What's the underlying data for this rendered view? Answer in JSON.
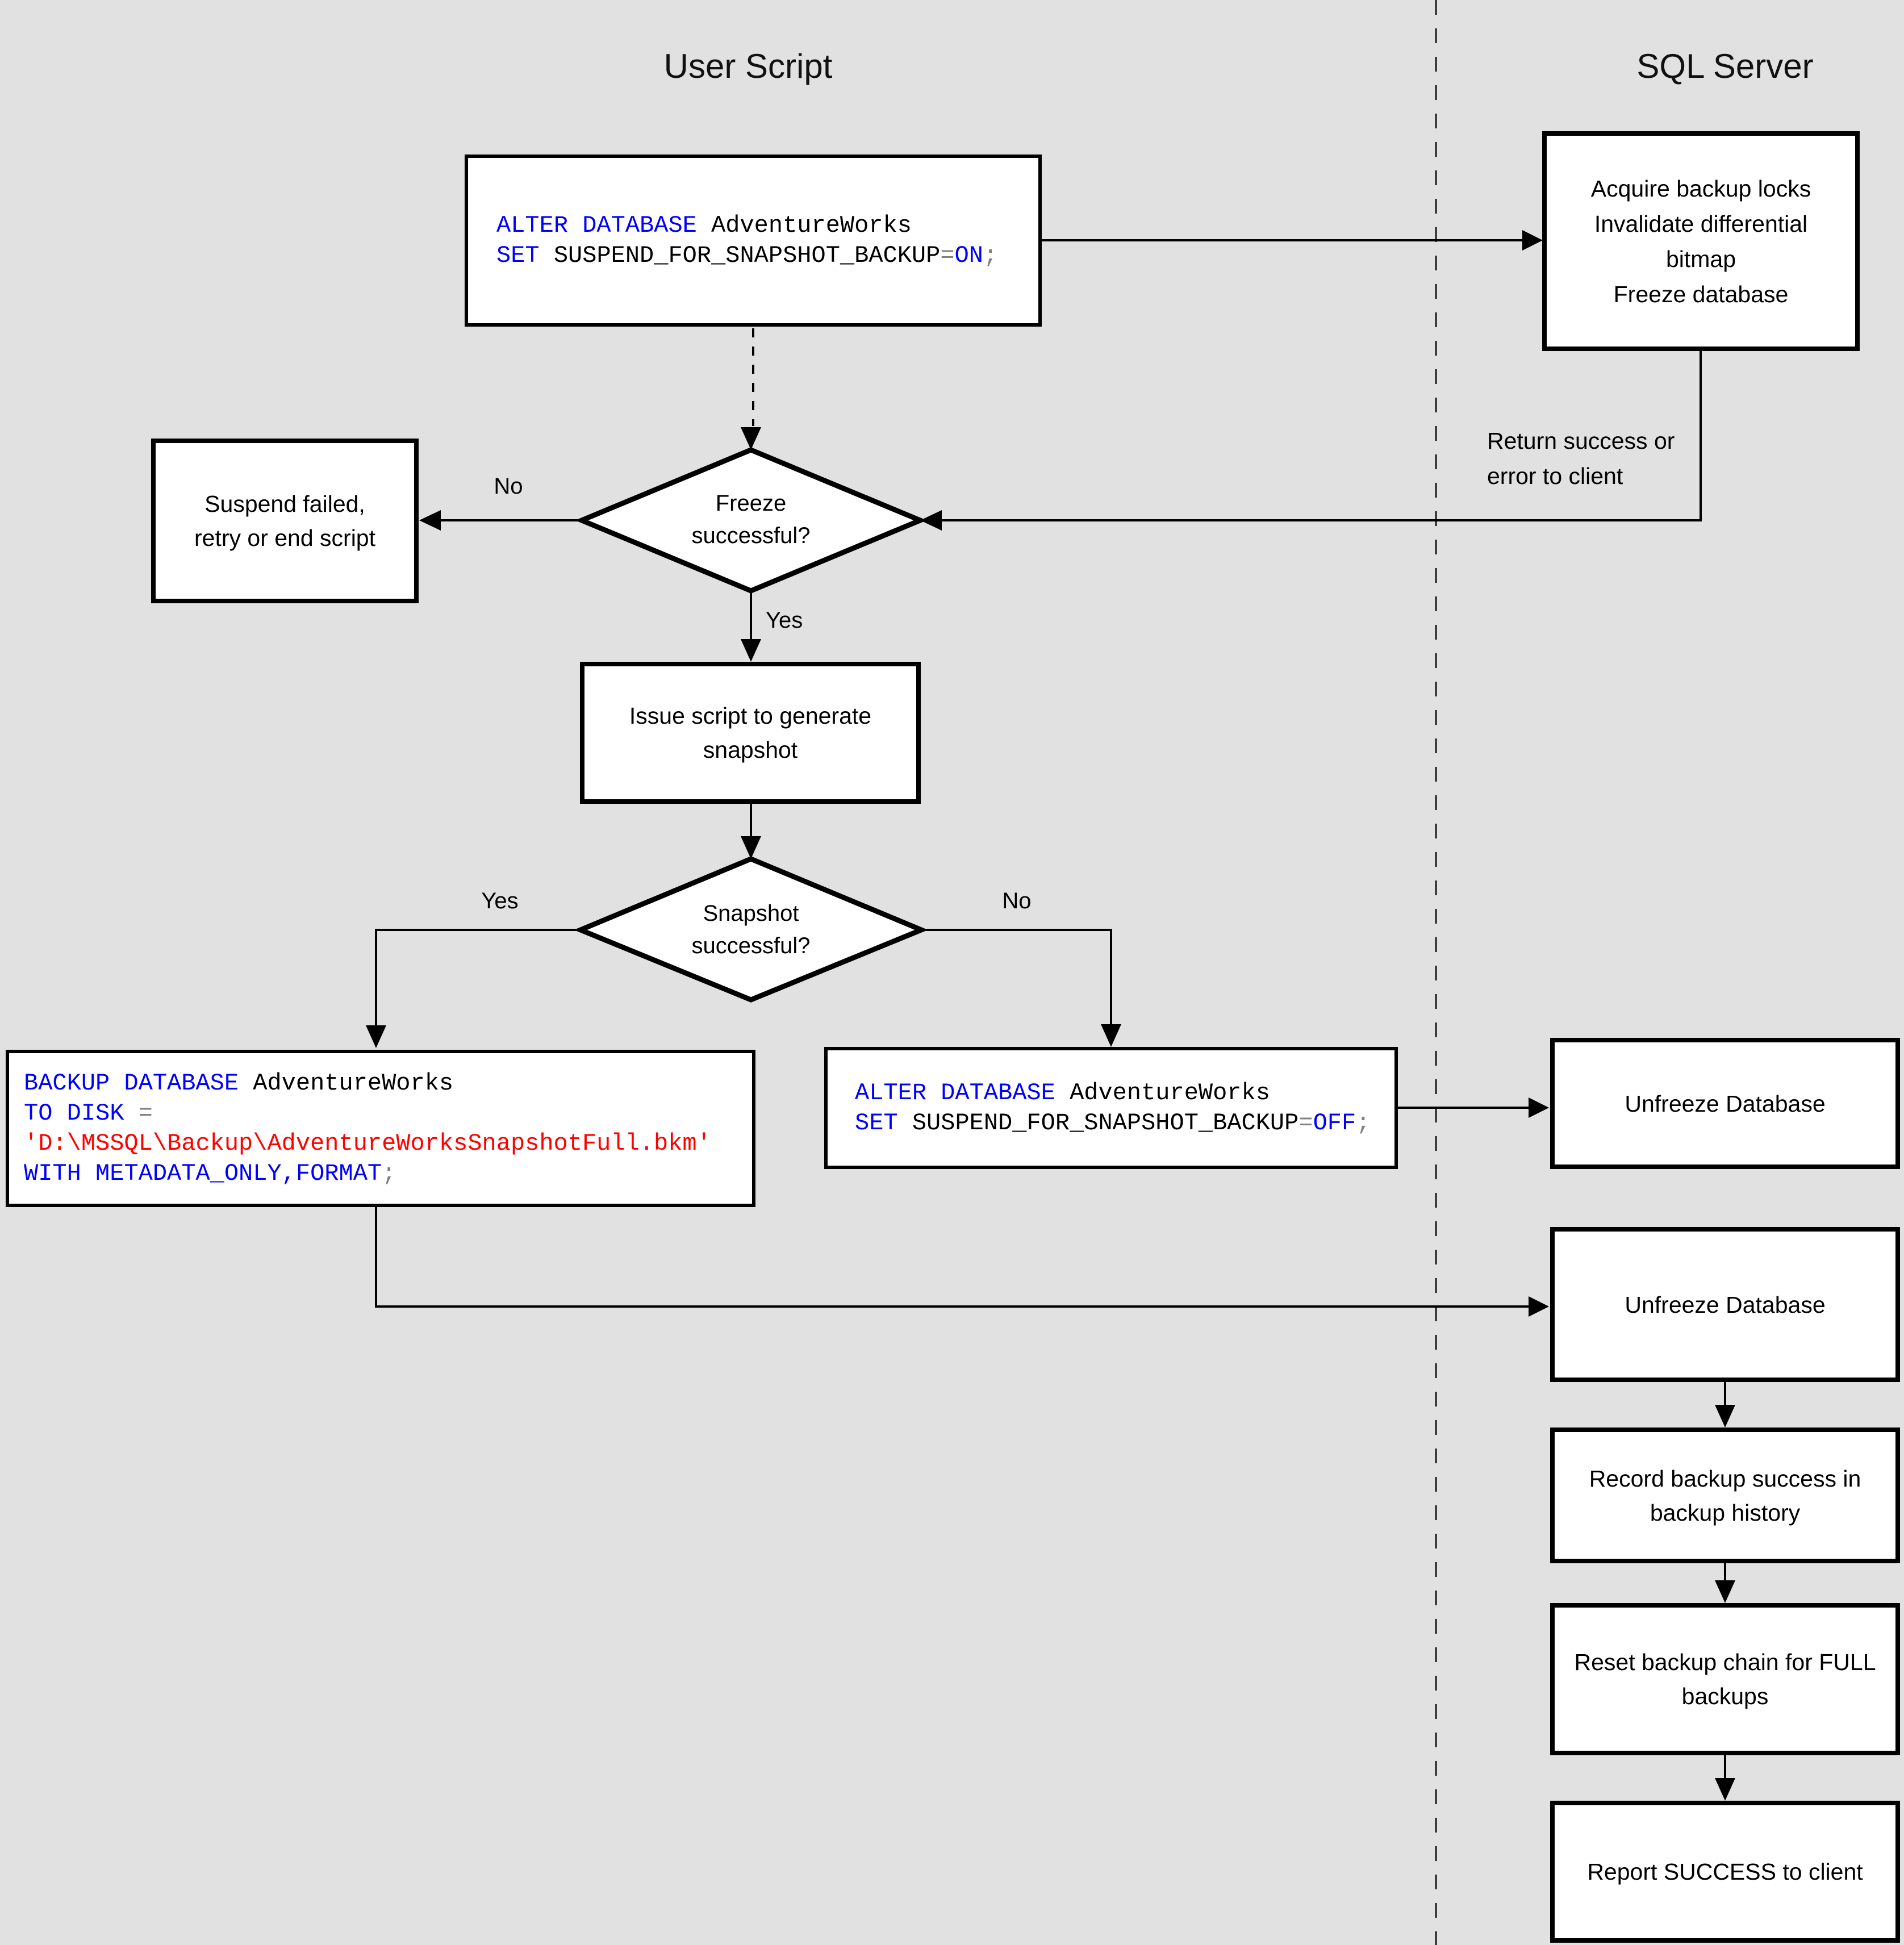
{
  "titles": {
    "left_column": "User Script",
    "right_column": "SQL Server"
  },
  "colors": {
    "keyword": "#0000ff",
    "plain": "#000000",
    "operator": "#808080",
    "string": "#ff0000",
    "background": "#e1e1e1",
    "node_fill": "#ffffff",
    "line": "#000000"
  },
  "labels": {
    "freeze_no": "No",
    "freeze_yes": "Yes",
    "snapshot_yes": "Yes",
    "snapshot_no": "No",
    "return_note_lines": [
      "Return success or",
      "error to client"
    ]
  },
  "nodes": {
    "alter_on": {
      "code": [
        [
          [
            "k",
            "ALTER DATABASE"
          ],
          [
            "p",
            " AdventureWorks"
          ]
        ],
        [
          [
            "k",
            "SET"
          ],
          [
            "p",
            " SUSPEND_FOR_SNAPSHOT_BACKUP"
          ],
          [
            "o",
            "="
          ],
          [
            "k",
            "ON"
          ],
          [
            "o",
            ";"
          ]
        ]
      ]
    },
    "acquire": {
      "lines": [
        "Acquire backup locks",
        "Invalidate differential",
        "bitmap",
        "Freeze database"
      ]
    },
    "suspend_failed": {
      "lines": [
        "Suspend failed,",
        "retry or end script"
      ]
    },
    "freeze_decision": {
      "lines": [
        "Freeze",
        "successful?"
      ]
    },
    "issue_script": {
      "lines": [
        "Issue script to generate",
        "snapshot"
      ]
    },
    "snapshot_decision": {
      "lines": [
        "Snapshot",
        "successful?"
      ]
    },
    "backup_cmd": {
      "code": [
        [
          [
            "k",
            "BACKUP DATABASE"
          ],
          [
            "p",
            " AdventureWorks"
          ]
        ],
        [
          [
            "k",
            "TO DISK"
          ],
          [
            "o",
            " ="
          ]
        ],
        [
          [
            "s",
            "'D:\\MSSQL\\Backup\\AdventureWorksSnapshotFull.bkm'"
          ]
        ],
        [
          [
            "k",
            "WITH METADATA_ONLY,FORMAT"
          ],
          [
            "o",
            ";"
          ]
        ]
      ]
    },
    "alter_off": {
      "code": [
        [
          [
            "k",
            "ALTER DATABASE"
          ],
          [
            "p",
            " AdventureWorks"
          ]
        ],
        [
          [
            "k",
            "SET"
          ],
          [
            "p",
            " SUSPEND_FOR_SNAPSHOT_BACKUP"
          ],
          [
            "o",
            "="
          ],
          [
            "k",
            "OFF"
          ],
          [
            "o",
            ";"
          ]
        ]
      ]
    },
    "unfreeze_1": {
      "lines": [
        "Unfreeze Database"
      ]
    },
    "unfreeze_2": {
      "lines": [
        "Unfreeze Database"
      ]
    },
    "record_history": {
      "lines": [
        "Record backup success in",
        "backup history"
      ]
    },
    "reset_chain": {
      "lines": [
        "Reset backup chain for FULL",
        "backups"
      ]
    },
    "report_success": {
      "lines": [
        "Report SUCCESS to client"
      ]
    }
  }
}
